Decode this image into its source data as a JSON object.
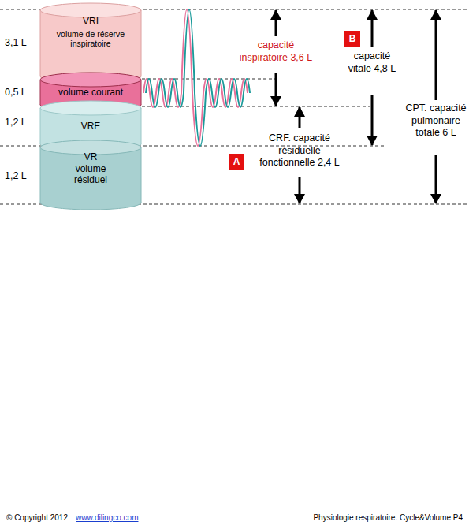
{
  "diagram": {
    "nodes": [
      {
        "text": [
          "VRI",
          "volume de réserve inspiratoire"
        ]
      },
      {
        "text": [
          "volume courant"
        ]
      },
      {
        "text": [
          "VRE"
        ]
      },
      {
        "text": [
          "VR",
          "volume résiduel"
        ]
      },
      {
        "text": [
          "A"
        ]
      },
      {
        "text": [
          "B"
        ]
      }
    ],
    "labels": [
      "3,1 L",
      "0,5 L",
      "1,2 L",
      "1,2 L",
      "capacité inspiratoire 3,6 L",
      "capacité vitale 4,8 L",
      "CPT. capacité pulmonaire totale 6 L",
      "CRF. capacité résiduelle fonctionnelle 2,4 L",
      "© Copyright 2012",
      "www.dilingco.com",
      "Physiologie respiratoire. Cycle&Volume P4"
    ]
  }
}
